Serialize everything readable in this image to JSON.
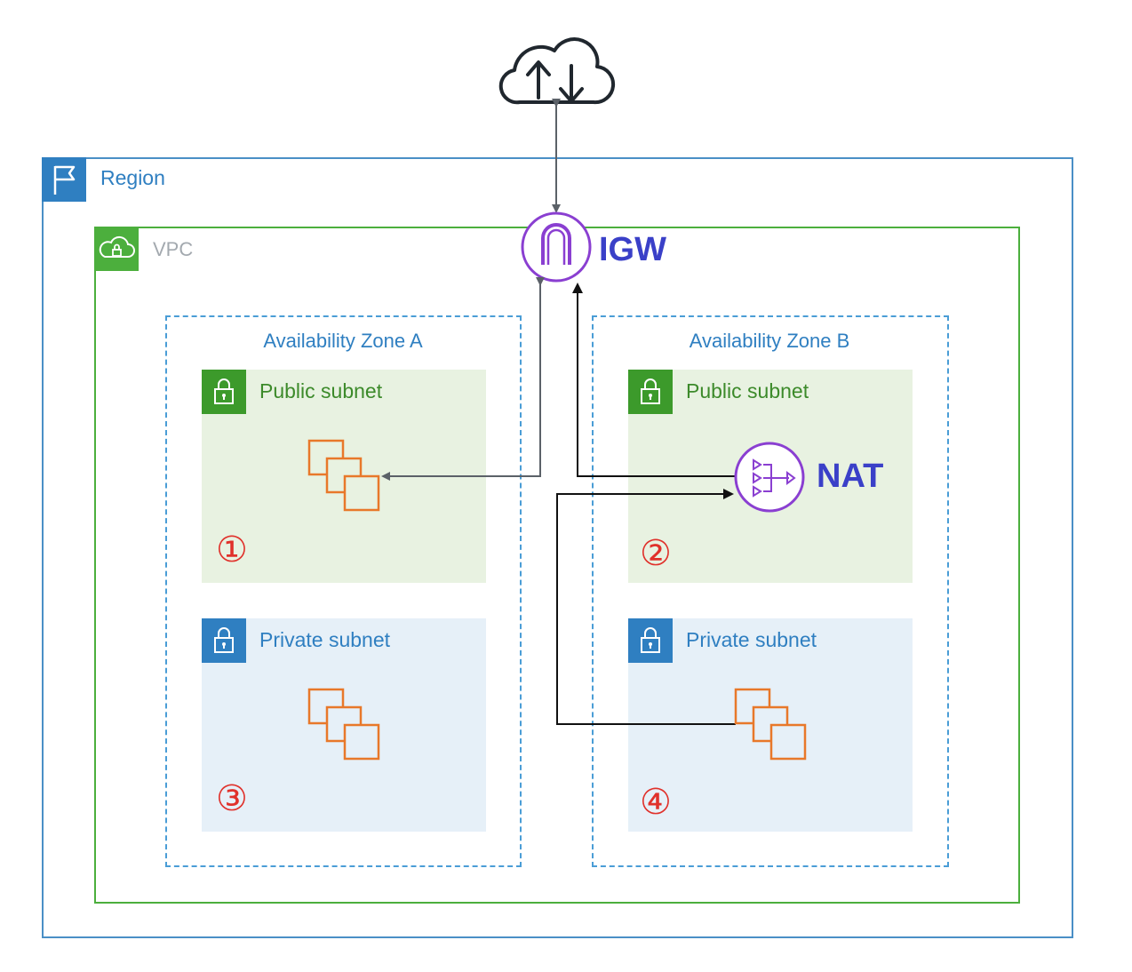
{
  "region": {
    "label": "Region"
  },
  "vpc": {
    "label": "VPC"
  },
  "zones": [
    {
      "label": "Availability Zone A"
    },
    {
      "label": "Availability Zone B"
    }
  ],
  "subnets": {
    "a_public": {
      "label": "Public subnet",
      "marker": "①"
    },
    "b_public": {
      "label": "Public subnet",
      "marker": "②"
    },
    "a_private": {
      "label": "Private subnet",
      "marker": "③"
    },
    "b_private": {
      "label": "Private subnet",
      "marker": "④"
    }
  },
  "gateways": {
    "igw": {
      "label": "IGW",
      "icon": "internet-gateway-icon"
    },
    "nat": {
      "label": "NAT",
      "icon": "nat-gateway-icon"
    }
  },
  "colors": {
    "region": "#2f7fc1",
    "vpc": "#4caf3d",
    "public_subnet": "#e8f2e1",
    "private_subnet": "#e6f0f8",
    "instance": "#e8782a",
    "gateway": "#8a3fd1",
    "gateway_label": "#3a40c8",
    "marker": "#e0312b"
  }
}
